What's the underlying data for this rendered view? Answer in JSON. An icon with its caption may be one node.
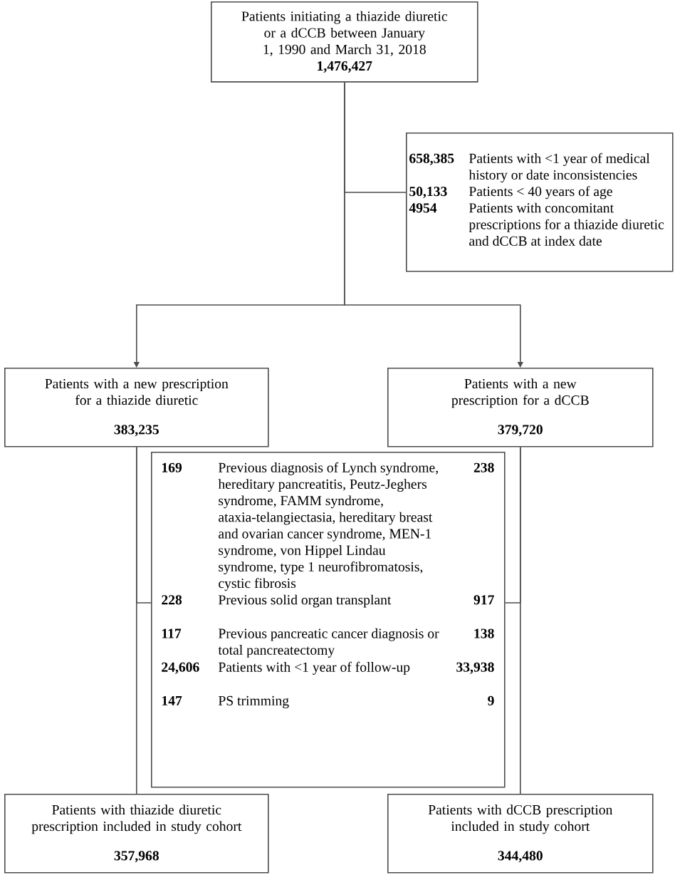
{
  "diagram": {
    "nodes": [
      {
        "text": [
          "Patients initiating a thiazide diuretic or a dCCB between January 1, 1990 and March 31, 2018",
          "1,476,427"
        ]
      },
      {
        "text": [
          "658,385",
          "Patients with <1 year of medical history or date inconsistencies",
          "50,133",
          "Patients < 40 years of age",
          "4954",
          "Patients with concomitant prescriptions for a thiazide diuretic and dCCB at index date"
        ]
      },
      {
        "text": [
          "Patients with a new prescription for a thiazide diuretic",
          "383,235"
        ]
      },
      {
        "text": [
          "Patients with a new prescription for a dCCB",
          "379,720"
        ]
      },
      {
        "text": [
          "169",
          "Previous diagnosis of Lynch syndrome, hereditary pancreatitis, Peutz-Jeghers syndrome, FAMM syndrome, ataxia-telangiectasia, hereditary breast and ovarian cancer syndrome, MEN-1 syndrome, von Hippel Lindau syndrome, type 1 neurofibromatosis, cystic fibrosis",
          "238",
          "228",
          "Previous solid organ transplant",
          "917",
          "117",
          "Previous pancreatic cancer diagnosis or total pancreatectomy",
          "138",
          "24,606",
          "Patients with <1 year of follow-up",
          "33,938",
          "147",
          "PS trimming",
          "9"
        ]
      },
      {
        "text": [
          "Patients with thiazide diuretic prescription included in study cohort",
          "357,968"
        ]
      },
      {
        "text": [
          "Patients with dCCB prescription included in study cohort",
          "344,480"
        ]
      }
    ],
    "edges": [
      {
        "from": 0,
        "to": 1,
        "arrow": "none"
      },
      {
        "from": 0,
        "to": 2,
        "arrow": "to"
      },
      {
        "from": 0,
        "to": 3,
        "arrow": "to"
      },
      {
        "from": 2,
        "to": 4,
        "arrow": "none"
      },
      {
        "from": 2,
        "to": 5,
        "arrow": "none"
      },
      {
        "from": 3,
        "to": 4,
        "arrow": "none"
      },
      {
        "from": 3,
        "to": 6,
        "arrow": "none"
      }
    ]
  }
}
